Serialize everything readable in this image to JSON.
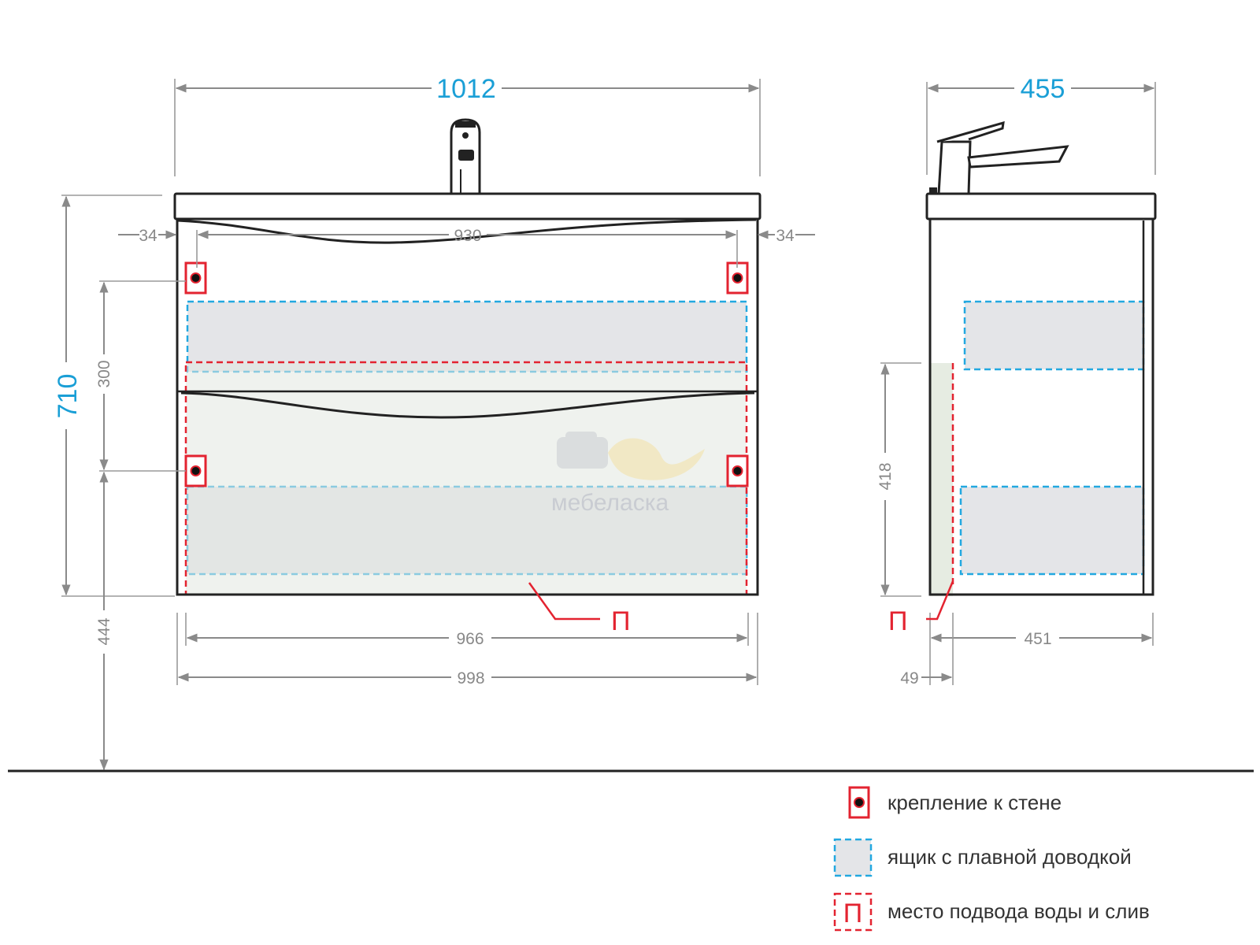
{
  "dimensions": {
    "total_width": "1012",
    "total_height": "710",
    "side_depth": "455",
    "inner_width": "930",
    "left_offset": "34",
    "right_offset": "34",
    "mount_spacing": "300",
    "floor_height": "444",
    "drawer_width": "966",
    "body_width": "998",
    "pipe_height": "418",
    "body_depth": "451",
    "pipe_depth": "49"
  },
  "pipe_marker": "П",
  "watermark": "мебеласка",
  "legend": {
    "items": [
      {
        "key": "mount",
        "label": "крепление к стене"
      },
      {
        "key": "drawer",
        "label": "ящик с плавной доводкой"
      },
      {
        "key": "water",
        "label": "место подвода воды и слив",
        "symbol": "П"
      }
    ]
  },
  "colors": {
    "dimension_accent": "#1a9fd6",
    "marker_red": "#e32330",
    "drawer_fill": "#e4e5e8",
    "drawer_outline": "#22a8e0"
  }
}
